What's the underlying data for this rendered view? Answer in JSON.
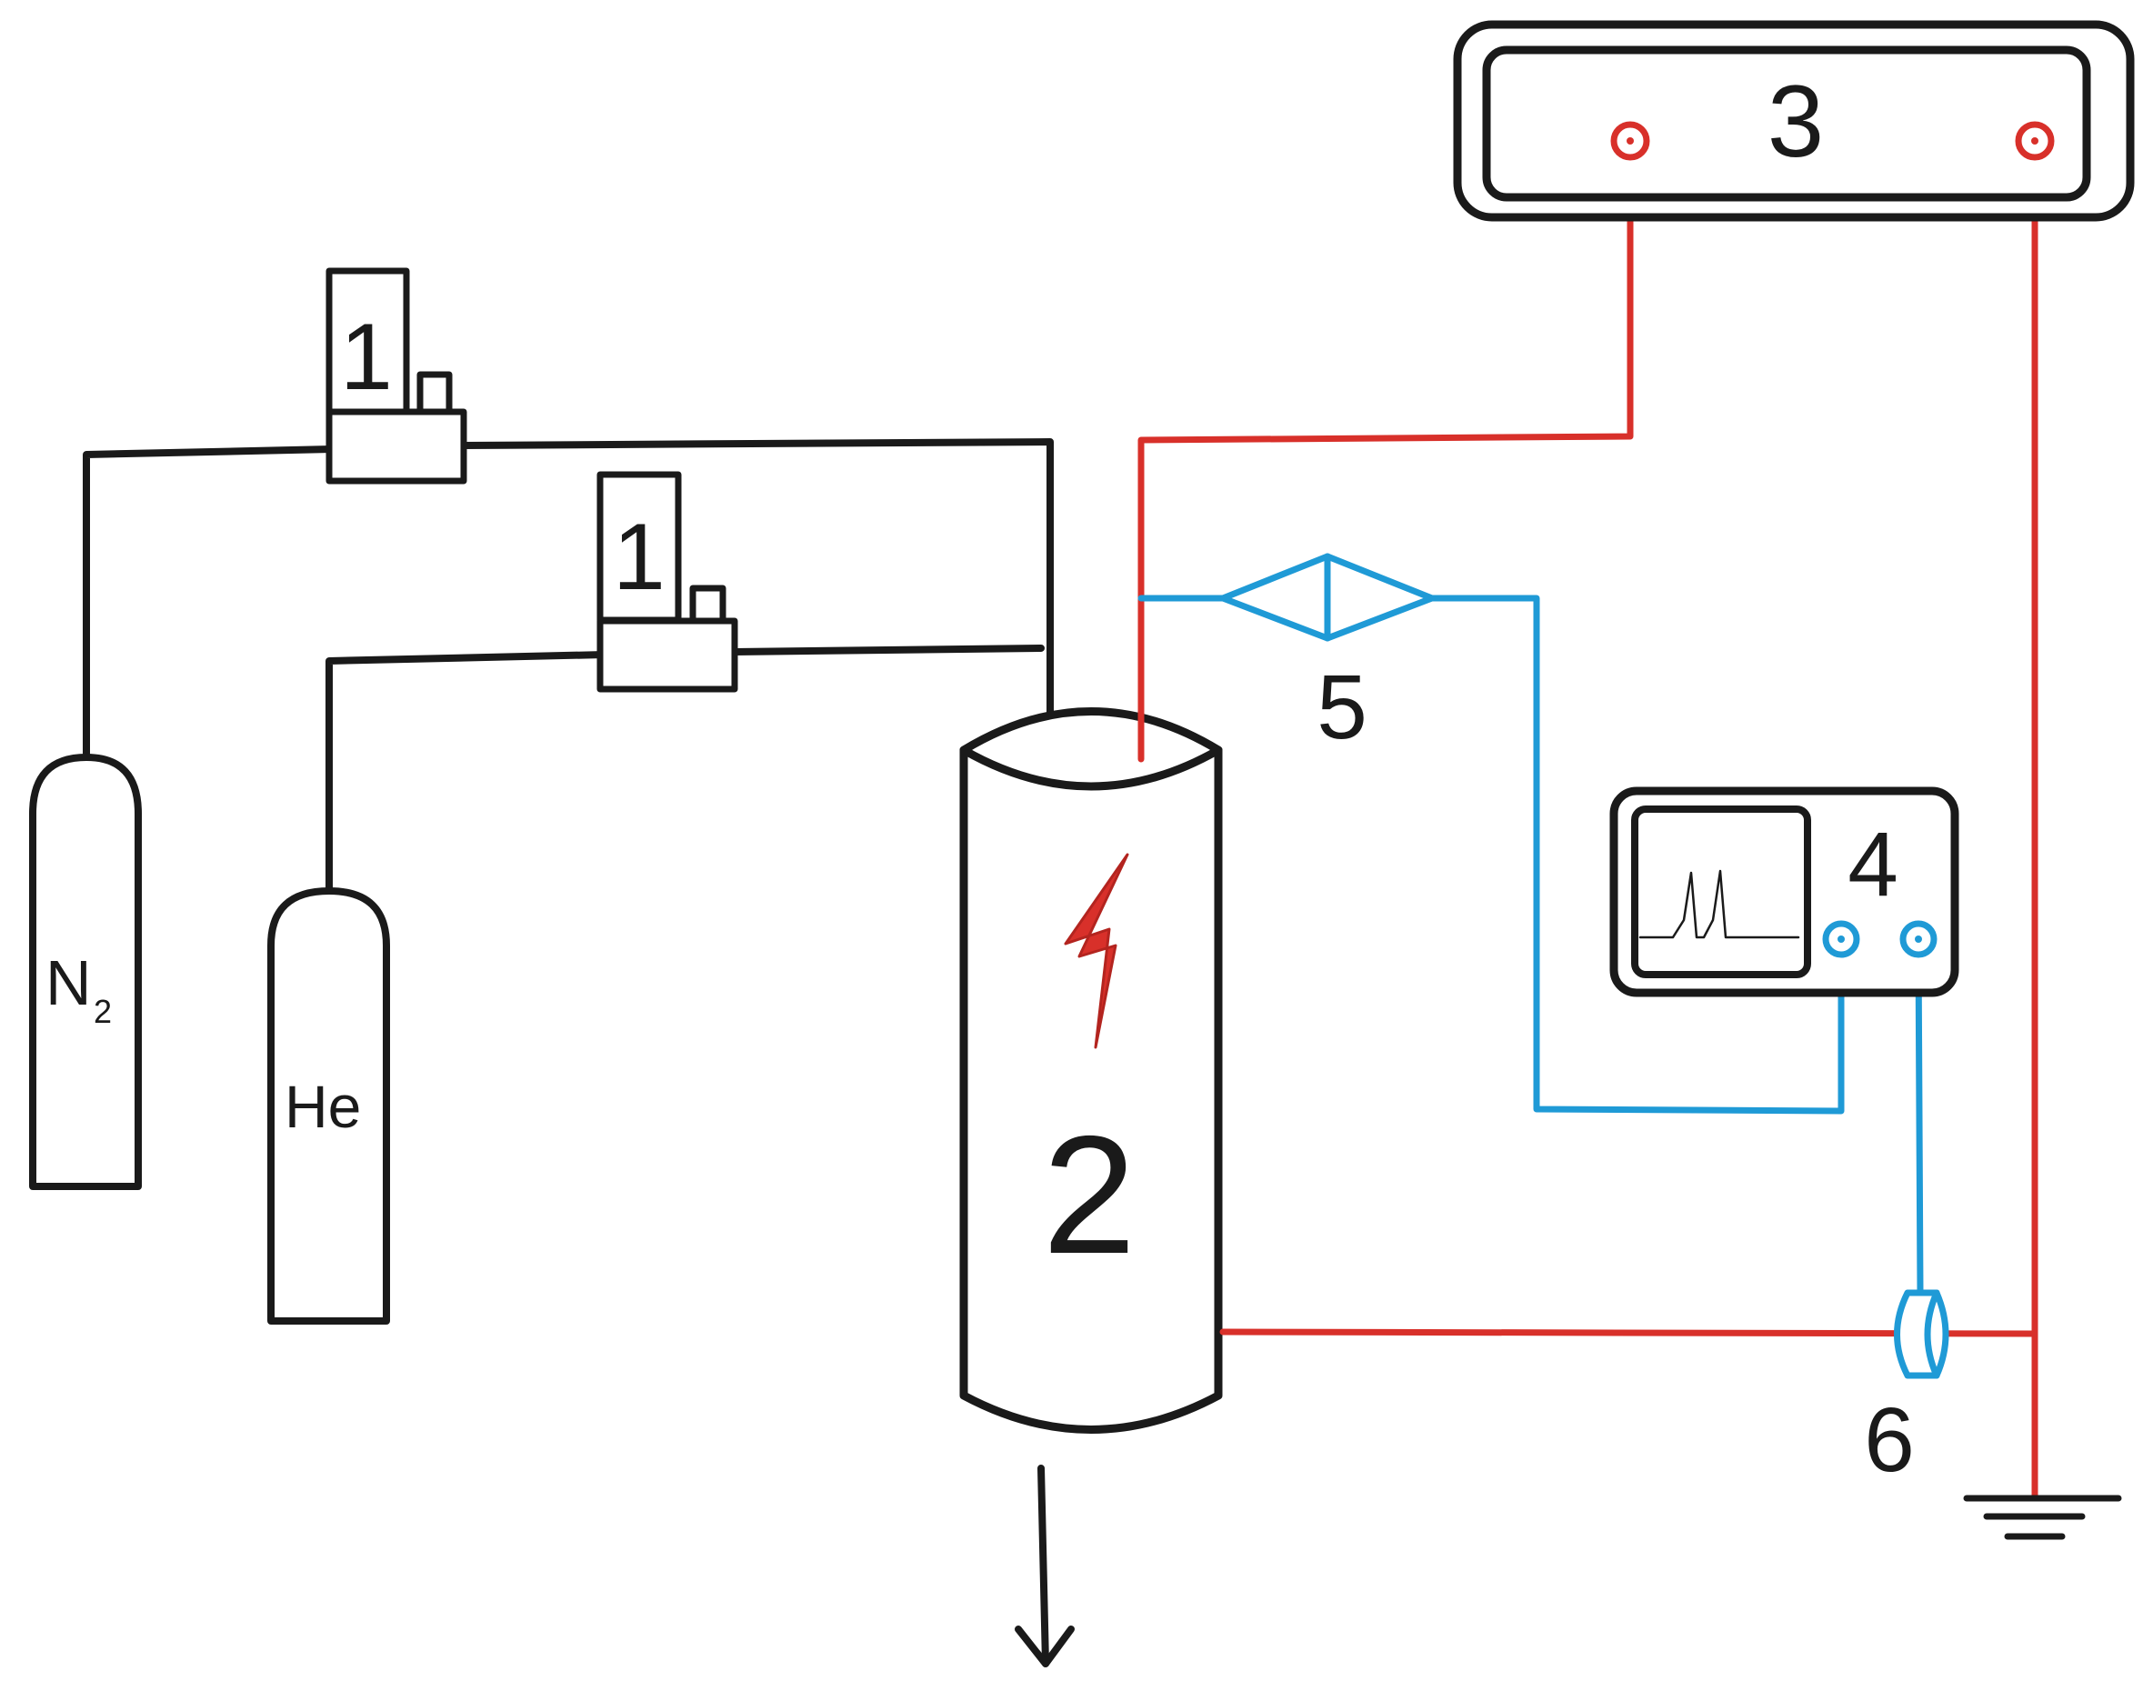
{
  "labels": {
    "n2_main": "N",
    "n2_sub": "2",
    "he": "He",
    "flow_controller_1": "1",
    "flow_controller_2": "1",
    "reactor": "2",
    "power_supply": "3",
    "oscilloscope": "4",
    "probe_5": "5",
    "probe_6": "6"
  },
  "colors": {
    "gas_line": "#1a1a1a",
    "electrical_line": "#d8302a",
    "signal_line": "#1f9ad6",
    "discharge_bolt": "#d8302a"
  },
  "icons": {
    "discharge": "lightning-bolt-icon",
    "ground": "ground-symbol-icon",
    "flow_arrow": "arrow-down-icon",
    "oscilloscope_trace": "pulse-waveform-icon"
  }
}
